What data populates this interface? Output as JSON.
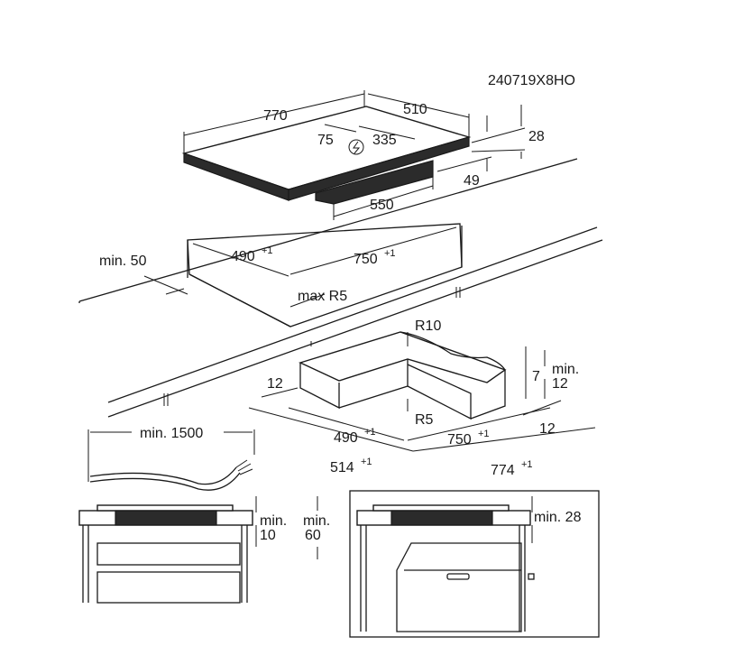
{
  "model_code": "240719X8HO",
  "hob": {
    "width": "770",
    "depth": "510",
    "cable_offset_a": "75",
    "cable_offset_b": "335",
    "thickness": "28",
    "bottom_height": "49",
    "bottom_width": "550"
  },
  "cutout": {
    "min_edge": "min. 50",
    "depth": "490",
    "depth_tol": "+1",
    "width": "750",
    "width_tol": "+1",
    "corner_radius": "max R5"
  },
  "frame": {
    "outer_radius": "R10",
    "inner_radius": "R5",
    "left_rim": "12",
    "right_rim": "12",
    "step_height": "7",
    "min_label": "min.",
    "min_value": "12",
    "inner_depth": "490",
    "inner_depth_tol": "+1",
    "inner_width": "750",
    "inner_width_tol": "+1",
    "outer_depth": "514",
    "outer_depth_tol": "+1",
    "outer_width": "774",
    "outer_width_tol": "+1"
  },
  "cable": {
    "min_length": "min. 1500"
  },
  "drawer_install": {
    "clearance_label": "min.",
    "clearance_value": "10",
    "depth_label": "min.",
    "depth_value": "60"
  },
  "oven_install": {
    "clearance": "min. 28"
  }
}
